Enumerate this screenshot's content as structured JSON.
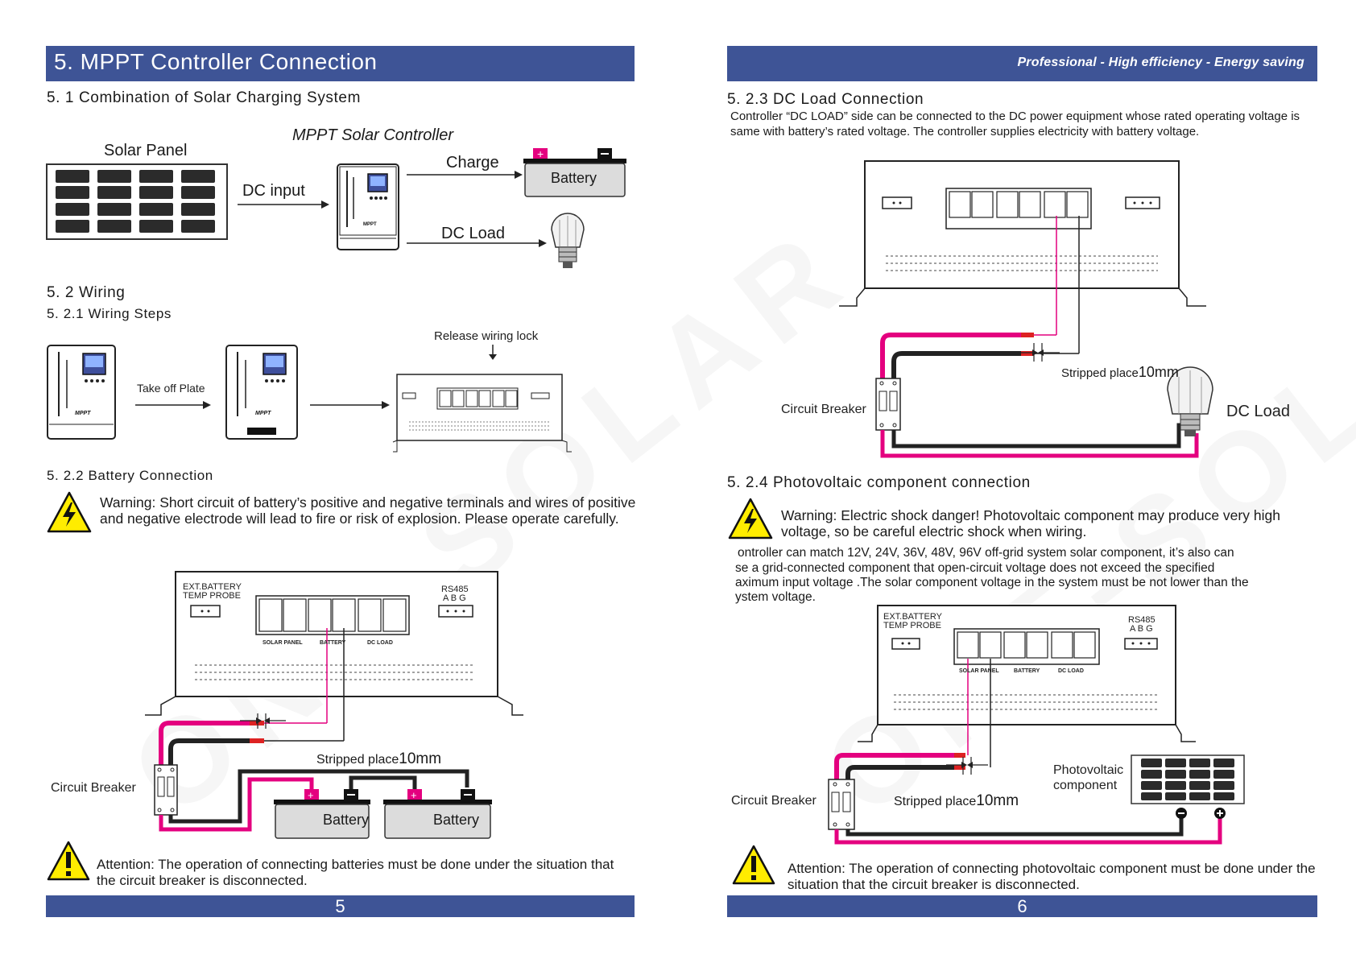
{
  "left_page": {
    "banner_title": "5.  MPPT Controller Connection",
    "s51_title": "5. 1  Combination of Solar Charging System",
    "solar_panel_label": "Solar Panel",
    "controller_label": "MPPT Solar Controller",
    "dc_input_label": "DC input",
    "charge_label": "Charge",
    "battery_label": "Battery",
    "dc_load_label": "DC Load",
    "s52_title": "5. 2  Wiring",
    "s521_title": "5. 2.1  Wiring  Steps",
    "take_off_plate": "Take  off  Plate",
    "release_wiring_lock": "Release wiring lock",
    "s522_title": "5. 2.2  Battery  Connection",
    "warning_text": "Warning: Short circuit of battery’s positive and negative terminals and wires of positive and negative electrode will lead to fire or risk of explosion. Please operate carefully.",
    "ext_battery": "EXT.BATTERY",
    "temp_probe": "TEMP PROBE",
    "rs485": "RS485",
    "abg": "A  B  G",
    "solar_panel_terminal": "SOLAR PANEL",
    "battery_terminal": "BATTERY",
    "dc_load_terminal": "DC LOAD",
    "stripped_label": "Stripped  place",
    "stripped_value": "10mm",
    "circuit_breaker": "Circuit  Breaker",
    "battery_1": "Battery",
    "battery_2": "Battery",
    "attention_text": "Attention: The operation of connecting batteries must be done under the situation that the circuit breaker is disconnected.",
    "page_number": "5",
    "mppt_brand": "MPPT"
  },
  "right_page": {
    "banner_slogan": "Professional - High efficiency - Energy saving",
    "s523_title": "5. 2.3  DC Load Connection",
    "dc_load_para": "Controller “DC  LOAD” side can be connected to the DC power equipment whose rated operating voltage is same with battery’s rated voltage. The controller supplies electricity with battery voltage.",
    "stripped_label": "Stripped  place",
    "stripped_value": "10mm",
    "circuit_breaker": "Circuit  Breaker",
    "dc_load_label": "DC  Load",
    "s524_title": "5. 2.4  Photovoltaic component connection",
    "warning_text": "Warning: Electric shock danger! Photovoltaic component may produce very high voltage, so be careful electric shock when wiring.",
    "pv_para_1": "ontroller can match 12V, 24V, 36V, 48V, 96V off-grid system solar component, it’s also can",
    "pv_para_2": "se a grid-connected component that open-circuit voltage does not exceed the specified",
    "pv_para_3": " aximum input voltage .The solar component voltage in the system must be not lower than the",
    "pv_para_4": "ystem voltage.",
    "ext_battery": "EXT.BATTERY",
    "temp_probe": "TEMP PROBE",
    "rs485": "RS485",
    "abg": "A  B  G",
    "solar_panel_terminal": "SOLAR PANEL",
    "battery_terminal": "BATTERY",
    "dc_load_terminal": "DC LOAD",
    "pv_label_1": "Photovoltaic",
    "pv_label_2": "component",
    "attention_text": "Attention: The operation of connecting photovoltaic component must be done under the situation that the circuit breaker is disconnected.",
    "page_number": "6",
    "watermark": "ONE-SOLAR"
  },
  "colors": {
    "banner": "#3e5496",
    "positive_wire": "#e4007f",
    "negative_wire": "#1a1a1a",
    "warning_yellow": "#ffec00"
  }
}
